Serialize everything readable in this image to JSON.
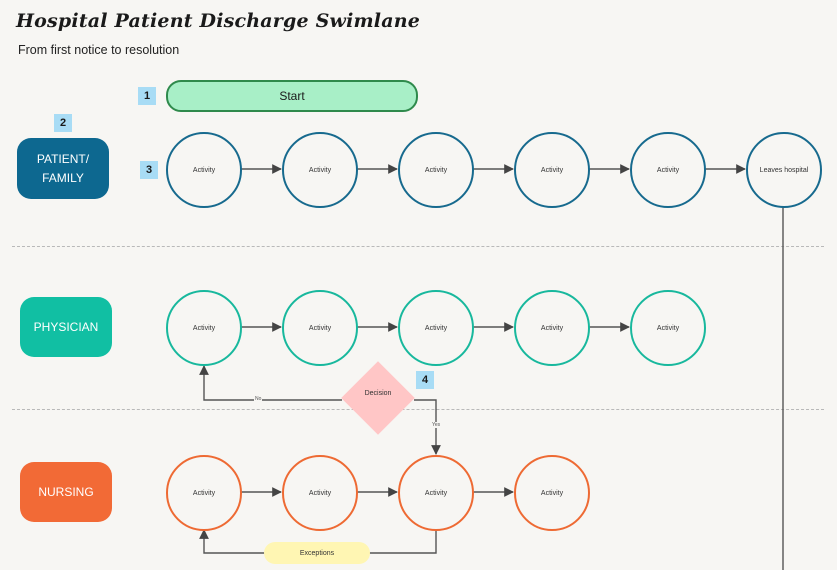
{
  "header": {
    "title": "Hospital Patient Discharge Swimlane",
    "subtitle": "From first notice to resolution"
  },
  "start": {
    "label": "Start"
  },
  "badges": [
    "1",
    "2",
    "3",
    "4"
  ],
  "lanes": {
    "patient": {
      "label_line1": "PATIENT/",
      "label_line2": "FAMILY",
      "color": "#0d6890",
      "nodes": [
        "Activity",
        "Activity",
        "Activity",
        "Activity",
        "Activity",
        "Leaves hospital"
      ]
    },
    "physician": {
      "label": "PHYSICIAN",
      "color": "#11bfa3",
      "nodes": [
        "Activity",
        "Activity",
        "Activity",
        "Activity",
        "Activity"
      ]
    },
    "nursing": {
      "label": "NURSING",
      "color": "#f26a36",
      "nodes": [
        "Activity",
        "Activity",
        "Activity",
        "Activity"
      ]
    }
  },
  "decision": {
    "label": "Decision",
    "no_label": "No",
    "yes_label": "Yes",
    "color": "#ffc6c6"
  },
  "exceptions": {
    "label": "Exceptions",
    "color": "#fff6b3"
  }
}
